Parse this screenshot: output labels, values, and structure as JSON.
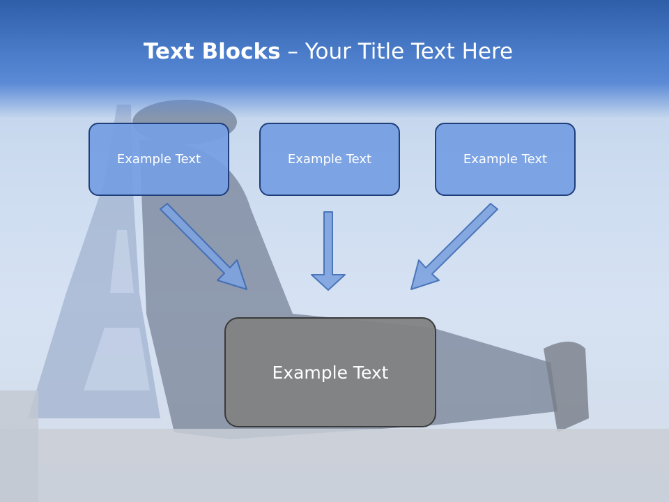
{
  "slide": {
    "title_bold": "Text Blocks",
    "title_dash": " – ",
    "title_rest": "Your Title Text Here"
  },
  "diagram": {
    "top_boxes": [
      {
        "label": "Example Text"
      },
      {
        "label": "Example Text"
      },
      {
        "label": "Example Text"
      }
    ],
    "bottom_box": {
      "label": "Example Text"
    }
  },
  "colors": {
    "header_blue": "#4a7cc9",
    "box_fill": "#759ee2",
    "box_border": "#1f3e7a",
    "bottom_box_fill": "#828282",
    "arrow_fill": "#7ea3e0"
  },
  "background": {
    "scene": "eiffel-tower-person-photo"
  }
}
